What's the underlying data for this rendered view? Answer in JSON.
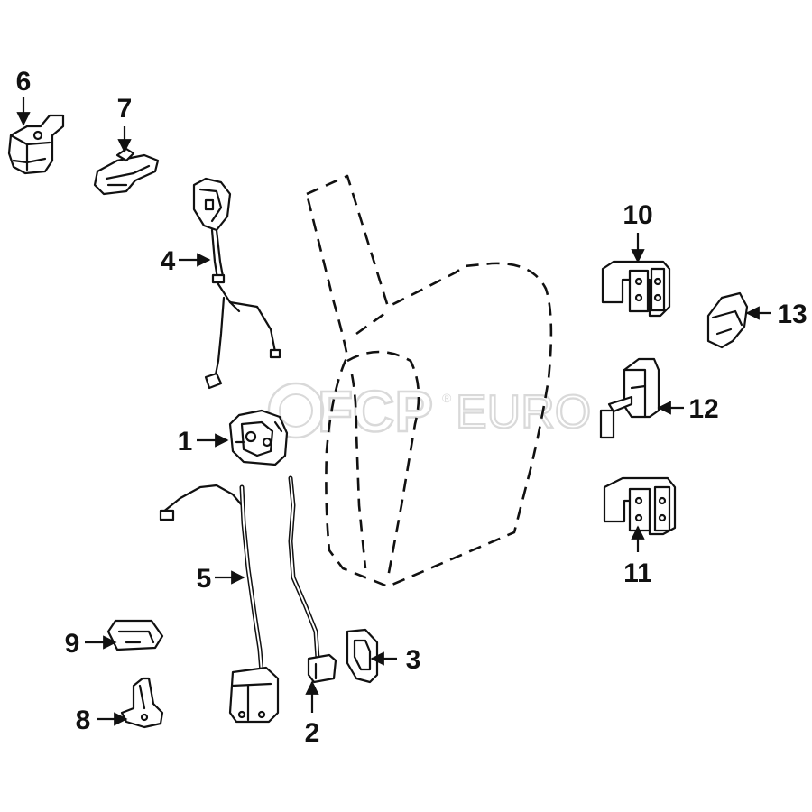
{
  "diagram": {
    "watermark": {
      "brand": "FCP",
      "suffix": "EURO",
      "mark": "®"
    },
    "callouts": [
      {
        "id": "1",
        "label": "1"
      },
      {
        "id": "2",
        "label": "2"
      },
      {
        "id": "3",
        "label": "3"
      },
      {
        "id": "4",
        "label": "4"
      },
      {
        "id": "5",
        "label": "5"
      },
      {
        "id": "6",
        "label": "6"
      },
      {
        "id": "7",
        "label": "7"
      },
      {
        "id": "8",
        "label": "8"
      },
      {
        "id": "9",
        "label": "9"
      },
      {
        "id": "10",
        "label": "10"
      },
      {
        "id": "11",
        "label": "11"
      },
      {
        "id": "12",
        "label": "12"
      },
      {
        "id": "13",
        "label": "13"
      }
    ]
  }
}
